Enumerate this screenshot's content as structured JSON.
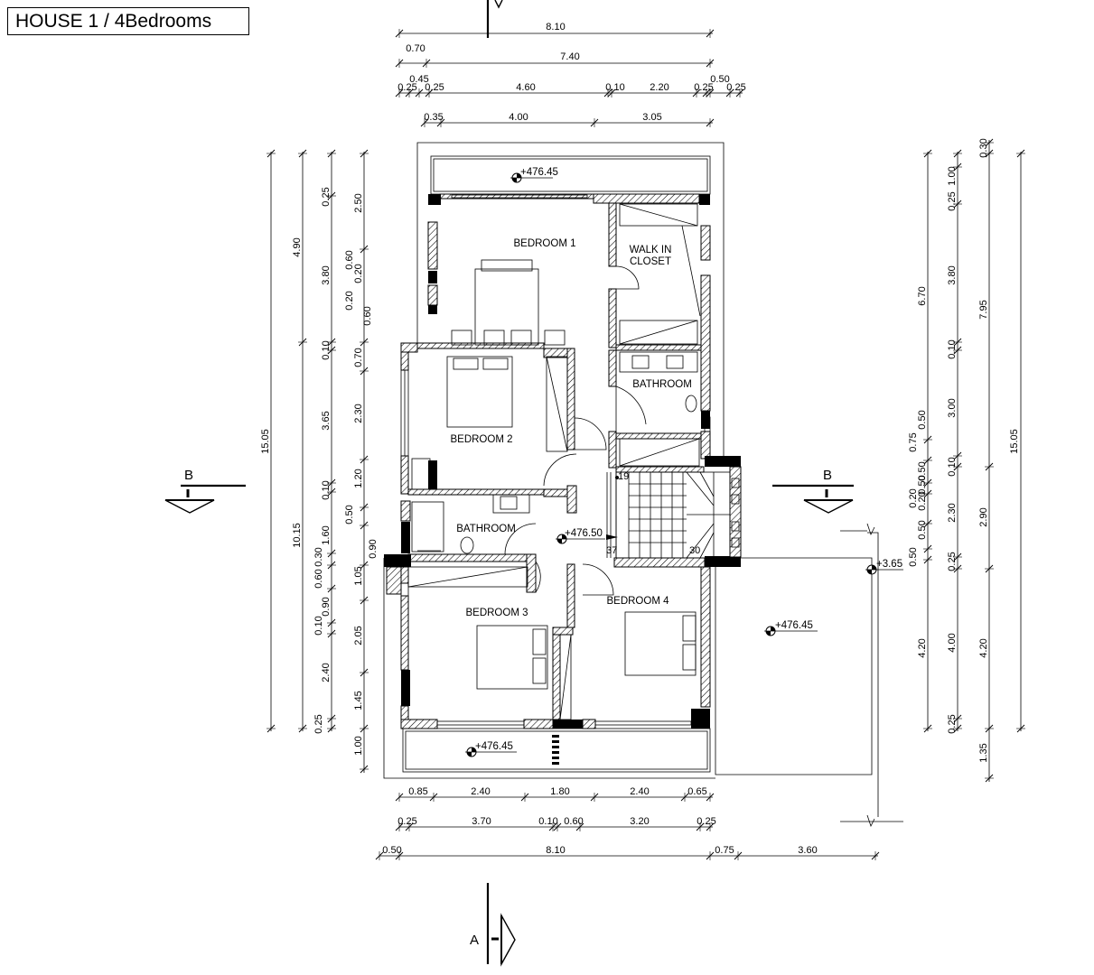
{
  "title": "HOUSE 1 / 4Bedrooms",
  "rooms": {
    "bedroom1": "BEDROOM 1",
    "walkin_line1": "WALK IN",
    "walkin_line2": "CLOSET",
    "bathroom1": "BATHROOM",
    "bedroom2": "BEDROOM 2",
    "bathroom2": "BATHROOM",
    "bedroom3": "BEDROOM 3",
    "bedroom4": "BEDROOM 4"
  },
  "levels": {
    "top": "+476.45",
    "hall": "+476.50",
    "bottom": "+476.45",
    "terrace": "+476.45",
    "ground": "+3.65"
  },
  "stairs": {
    "top": "19",
    "left": "37",
    "right": "30"
  },
  "sections": {
    "b": "B",
    "a": "A"
  },
  "dims": {
    "top": {
      "total": "8.10",
      "r2a": "0.70",
      "r2b": "7.40",
      "r3a": "0.45",
      "r3b": "0.50",
      "r4a": "0.25",
      "r4b": "0.25",
      "r4c": "4.60",
      "r4d": "0.10",
      "r4e": "2.20",
      "r4f": "0.25",
      "r4g": "0.25",
      "r5a": "0.35",
      "r5b": "4.00",
      "r5c": "3.05"
    },
    "bottom": {
      "r1a": "0.85",
      "r1b": "2.40",
      "r1c": "1.80",
      "r1d": "2.40",
      "r1e": "0.65",
      "r2a": "0.25",
      "r2b": "3.70",
      "r2c": "0.10",
      "r2d": "0.60",
      "r2e": "3.20",
      "r2f": "0.25",
      "r3a": "0.50",
      "r3b": "8.10",
      "r3c": "0.75",
      "r3d": "3.60"
    },
    "left": {
      "total": "15.05",
      "c2a": "4.90",
      "c2b": "10.15",
      "c3a": "0.25",
      "c3b": "3.80",
      "c3c": "0.10",
      "c3d": "3.65",
      "c3e": "0.10",
      "c3f": "1.60",
      "c3g": "0.30",
      "c3h": "0.60",
      "c3i": "0.90",
      "c3j": "0.10",
      "c3k": "2.40",
      "c3l": "0.25",
      "c4a": "0.60",
      "c4b": "0.20",
      "c4c": "0.20",
      "c4d": "0.60",
      "c4e": "0.70",
      "c5a": "2.50",
      "c5b": "2.30",
      "c5c": "1.20",
      "c5d": "0.50",
      "c5e": "0.90",
      "c5f": "1.05",
      "c5g": "2.05",
      "c5h": "1.45",
      "c5i": "1.00"
    },
    "right": {
      "total": "15.05",
      "c1a": "6.70",
      "c1b": "0.50",
      "c1c": "0.75",
      "c1d": "0.20",
      "c1e": "0.20",
      "c1f": "0.50",
      "c1g": "0.50",
      "c1h": "4.20",
      "c2a": "0.25",
      "c2b": "1.00",
      "c2c": "3.80",
      "c2d": "0.10",
      "c2e": "3.00",
      "c2f": "0.10",
      "c2g": "2.30",
      "c2h": "0.25",
      "c2i": "4.00",
      "c2j": "0.25",
      "c3a": "0.30",
      "c3b": "7.95",
      "c3c": "2.90",
      "c3d": "4.20",
      "c3e": "1.35",
      "c4a": "0.50",
      "c4b": "0.50"
    }
  }
}
